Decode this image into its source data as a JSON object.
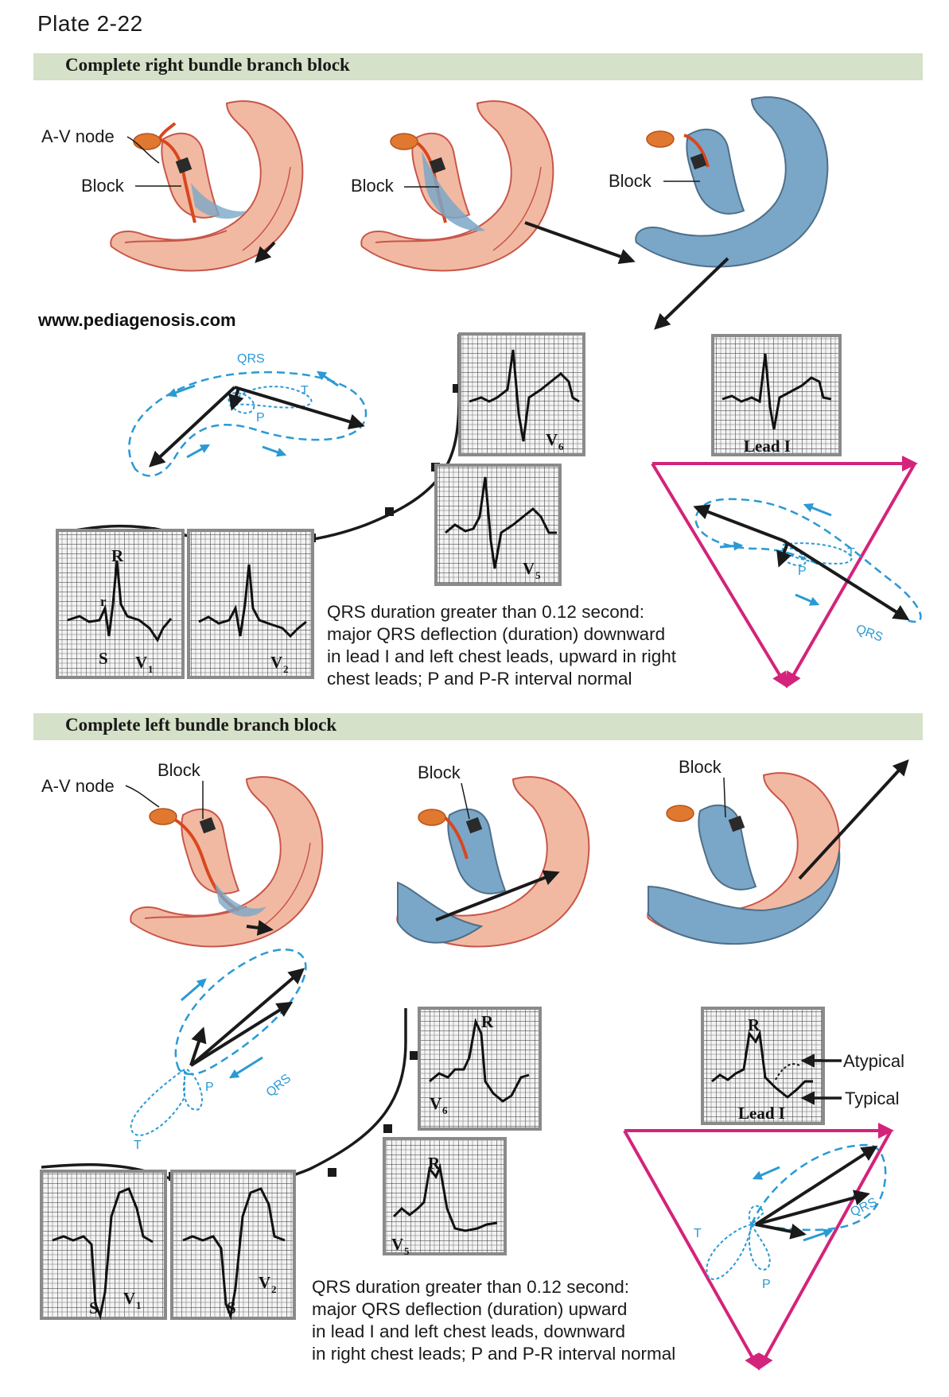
{
  "plate_label": "Plate 2-22",
  "website": "www.pediagenosis.com",
  "sections": {
    "rbbb": {
      "title": "Complete right bundle branch block",
      "labels": {
        "av_node": "A-V node",
        "block": "Block"
      },
      "vector_labels": {
        "qrs": "QRS",
        "t": "T",
        "p": "P"
      },
      "ecg": {
        "v6": "V",
        "v6_sub": "6",
        "v5": "V",
        "v5_sub": "5",
        "lead1": "Lead I",
        "v1": "V",
        "v1_sub": "1",
        "v2": "V",
        "v2_sub": "2",
        "r": "R",
        "r_small": "r",
        "s": "S"
      },
      "caption": [
        "QRS duration greater than 0.12 second:",
        "major QRS deflection (duration) downward",
        "in lead I and left chest leads, upward in right",
        "chest leads; P and P-R interval normal"
      ]
    },
    "lbbb": {
      "title": "Complete left bundle branch block",
      "labels": {
        "av_node": "A-V node",
        "block": "Block"
      },
      "vector_labels": {
        "qrs": "QRS",
        "t": "T",
        "p": "P"
      },
      "ecg": {
        "v6": "V",
        "v6_sub": "6",
        "r": "R",
        "v5": "V",
        "v5_sub": "5",
        "lead1": "Lead I",
        "atypical": "Atypical",
        "typical": "Typical",
        "v1": "V",
        "v1_sub": "1",
        "v2": "V",
        "v2_sub": "2",
        "s": "S"
      },
      "caption": [
        "QRS duration greater than 0.12 second:",
        "major QRS deflection (duration) upward",
        "in lead I and left chest leads, downward",
        "in right chest leads; P and P-R interval normal"
      ]
    }
  },
  "colors": {
    "band": "#d5e1c8",
    "tissue": "#f2b9a2",
    "tissue_edge": "#c9564a",
    "conduction": "#d9471e",
    "av_node": "#e0782f",
    "activated": "#7aa7c7",
    "vector_blue": "#2a9ad4",
    "triangle": "#d4237a",
    "ecg_bg": "#f2f2f2",
    "ecg_grid": "#222222",
    "ecg_frame": "#8a8a8a"
  }
}
